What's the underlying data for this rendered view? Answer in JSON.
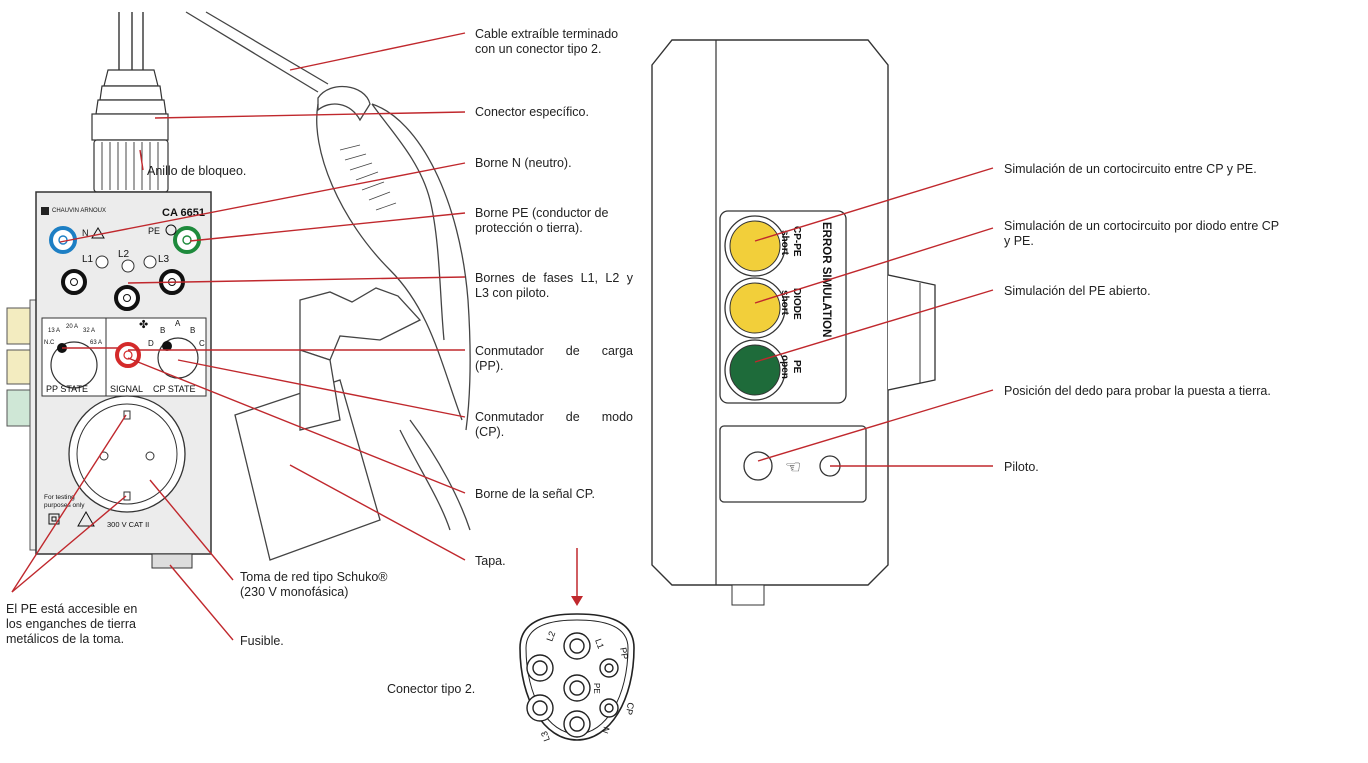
{
  "device": {
    "logo_brand": "CHAUVIN ARNOUX",
    "model": "CA 6651",
    "terminal_N": "N",
    "terminal_PE": "PE",
    "phase_labels": [
      "L1",
      "L2",
      "L3"
    ],
    "pp_scale": [
      "13 A",
      "20 A",
      "32 A",
      "N.C",
      "63 A"
    ],
    "cp_scale": [
      "A",
      "B",
      "B",
      "C",
      "D"
    ],
    "pp_state": "PP STATE",
    "signal": "SIGNAL",
    "cp_state": "CP STATE",
    "testing_note": [
      "For testing",
      "purposes only"
    ],
    "category": "300 V CAT II"
  },
  "error_panel": {
    "title": "ERROR SIMULATION",
    "buttons": [
      {
        "line1": "CP-PE",
        "line2": "short",
        "color": "#f2cf3a"
      },
      {
        "line1": "DIODE",
        "line2": "short",
        "color": "#f2cf3a"
      },
      {
        "line1": "PE",
        "line2": "open",
        "color": "#1e6b3a"
      }
    ]
  },
  "connector": {
    "pins": [
      "L1",
      "L2",
      "L3",
      "PP",
      "PE",
      "CP",
      "N"
    ]
  },
  "labels": {
    "cable": [
      "Cable extraíble terminado",
      "con un conector tipo 2."
    ],
    "specific_connector": "Conector específico.",
    "locking_ring": "Anillo de bloqueo.",
    "terminal_n": "Borne N (neutro).",
    "terminal_pe": [
      "Borne PE (conductor de",
      "protección o tierra)."
    ],
    "phase_terminals": [
      "Bornes de fases L1, L2 y",
      "L3 con piloto."
    ],
    "load_switch": [
      "Conmutador de carga",
      "(PP)."
    ],
    "mode_switch": [
      "Conmutador de modo",
      "(CP)."
    ],
    "cp_terminal": "Borne de la señal CP.",
    "cover": "Tapa.",
    "schuko": [
      "Toma de red tipo Schuko®",
      "(230 V monofásica)"
    ],
    "pe_accessible": [
      "El PE está accesible en",
      "los enganches de tierra",
      "metálicos de la toma."
    ],
    "fuse": "Fusible.",
    "type2_connector": "Conector tipo 2.",
    "sim_cp_pe": "Simulación de un cortocircuito entre CP y PE.",
    "sim_diode": [
      "Simulación de un cortocircuito por diodo entre CP",
      "y PE."
    ],
    "sim_pe_open": "Simulación del PE abierto.",
    "finger_position": "Posición del dedo para probar la puesta a tierra.",
    "pilot": "Piloto."
  },
  "colors": {
    "leader_line": "#c0282d",
    "terminal_blue": "#1d7fc4",
    "terminal_green": "#1e8a3c",
    "terminal_red": "#d42a2a",
    "button_yellow": "#f2cf3a",
    "button_green": "#1e6b3a"
  }
}
